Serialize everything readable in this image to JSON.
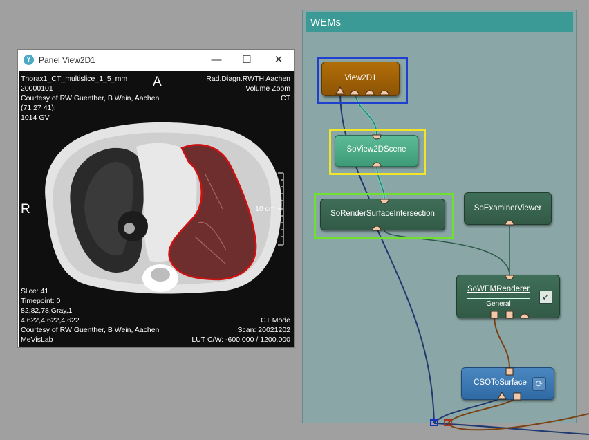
{
  "network": {
    "group_title": "WEMs",
    "modules": {
      "view2d": "View2D1",
      "scene": "SoView2DScene",
      "render_intersection": "SoRenderSurfaceIntersection",
      "examiner": "SoExaminerViewer",
      "wem_renderer": "SoWEMRenderer",
      "wem_renderer_sub": "General",
      "cso_to_surface": "CSOToSurface"
    },
    "selection_colors": {
      "view2d": "#1f3fd0",
      "scene": "#f1e52a",
      "render_intersection": "#6fe030"
    },
    "checkbox_checked": true
  },
  "panel": {
    "title": "Panel View2D1",
    "controls": {
      "minimize": "—",
      "maximize": "☐",
      "close": "✕"
    },
    "overlay": {
      "top_left": "Thorax1_CT_multislice_1_5_mm\n20000101\nCourtesy of RW Guenther, B Wein, Aachen\n(71 27 41):\n1014 GV",
      "top_right": "Rad.Diagn.RWTH Aachen\nVolume Zoom\nCT",
      "orient_top": "A",
      "orient_left": "R",
      "scale_label": "10 cm",
      "bottom_left": "Slice: 41\nTimepoint: 0\n82,82,78,Gray,1\n4.622,4.622,4.622\nCourtesy of RW Guenther, B Wein, Aachen\nMeVisLab",
      "bottom_right": "CT Mode\nScan: 20021202\nLUT C/W: -600.000 / 1200.000"
    },
    "contour_color": "#d01010"
  }
}
